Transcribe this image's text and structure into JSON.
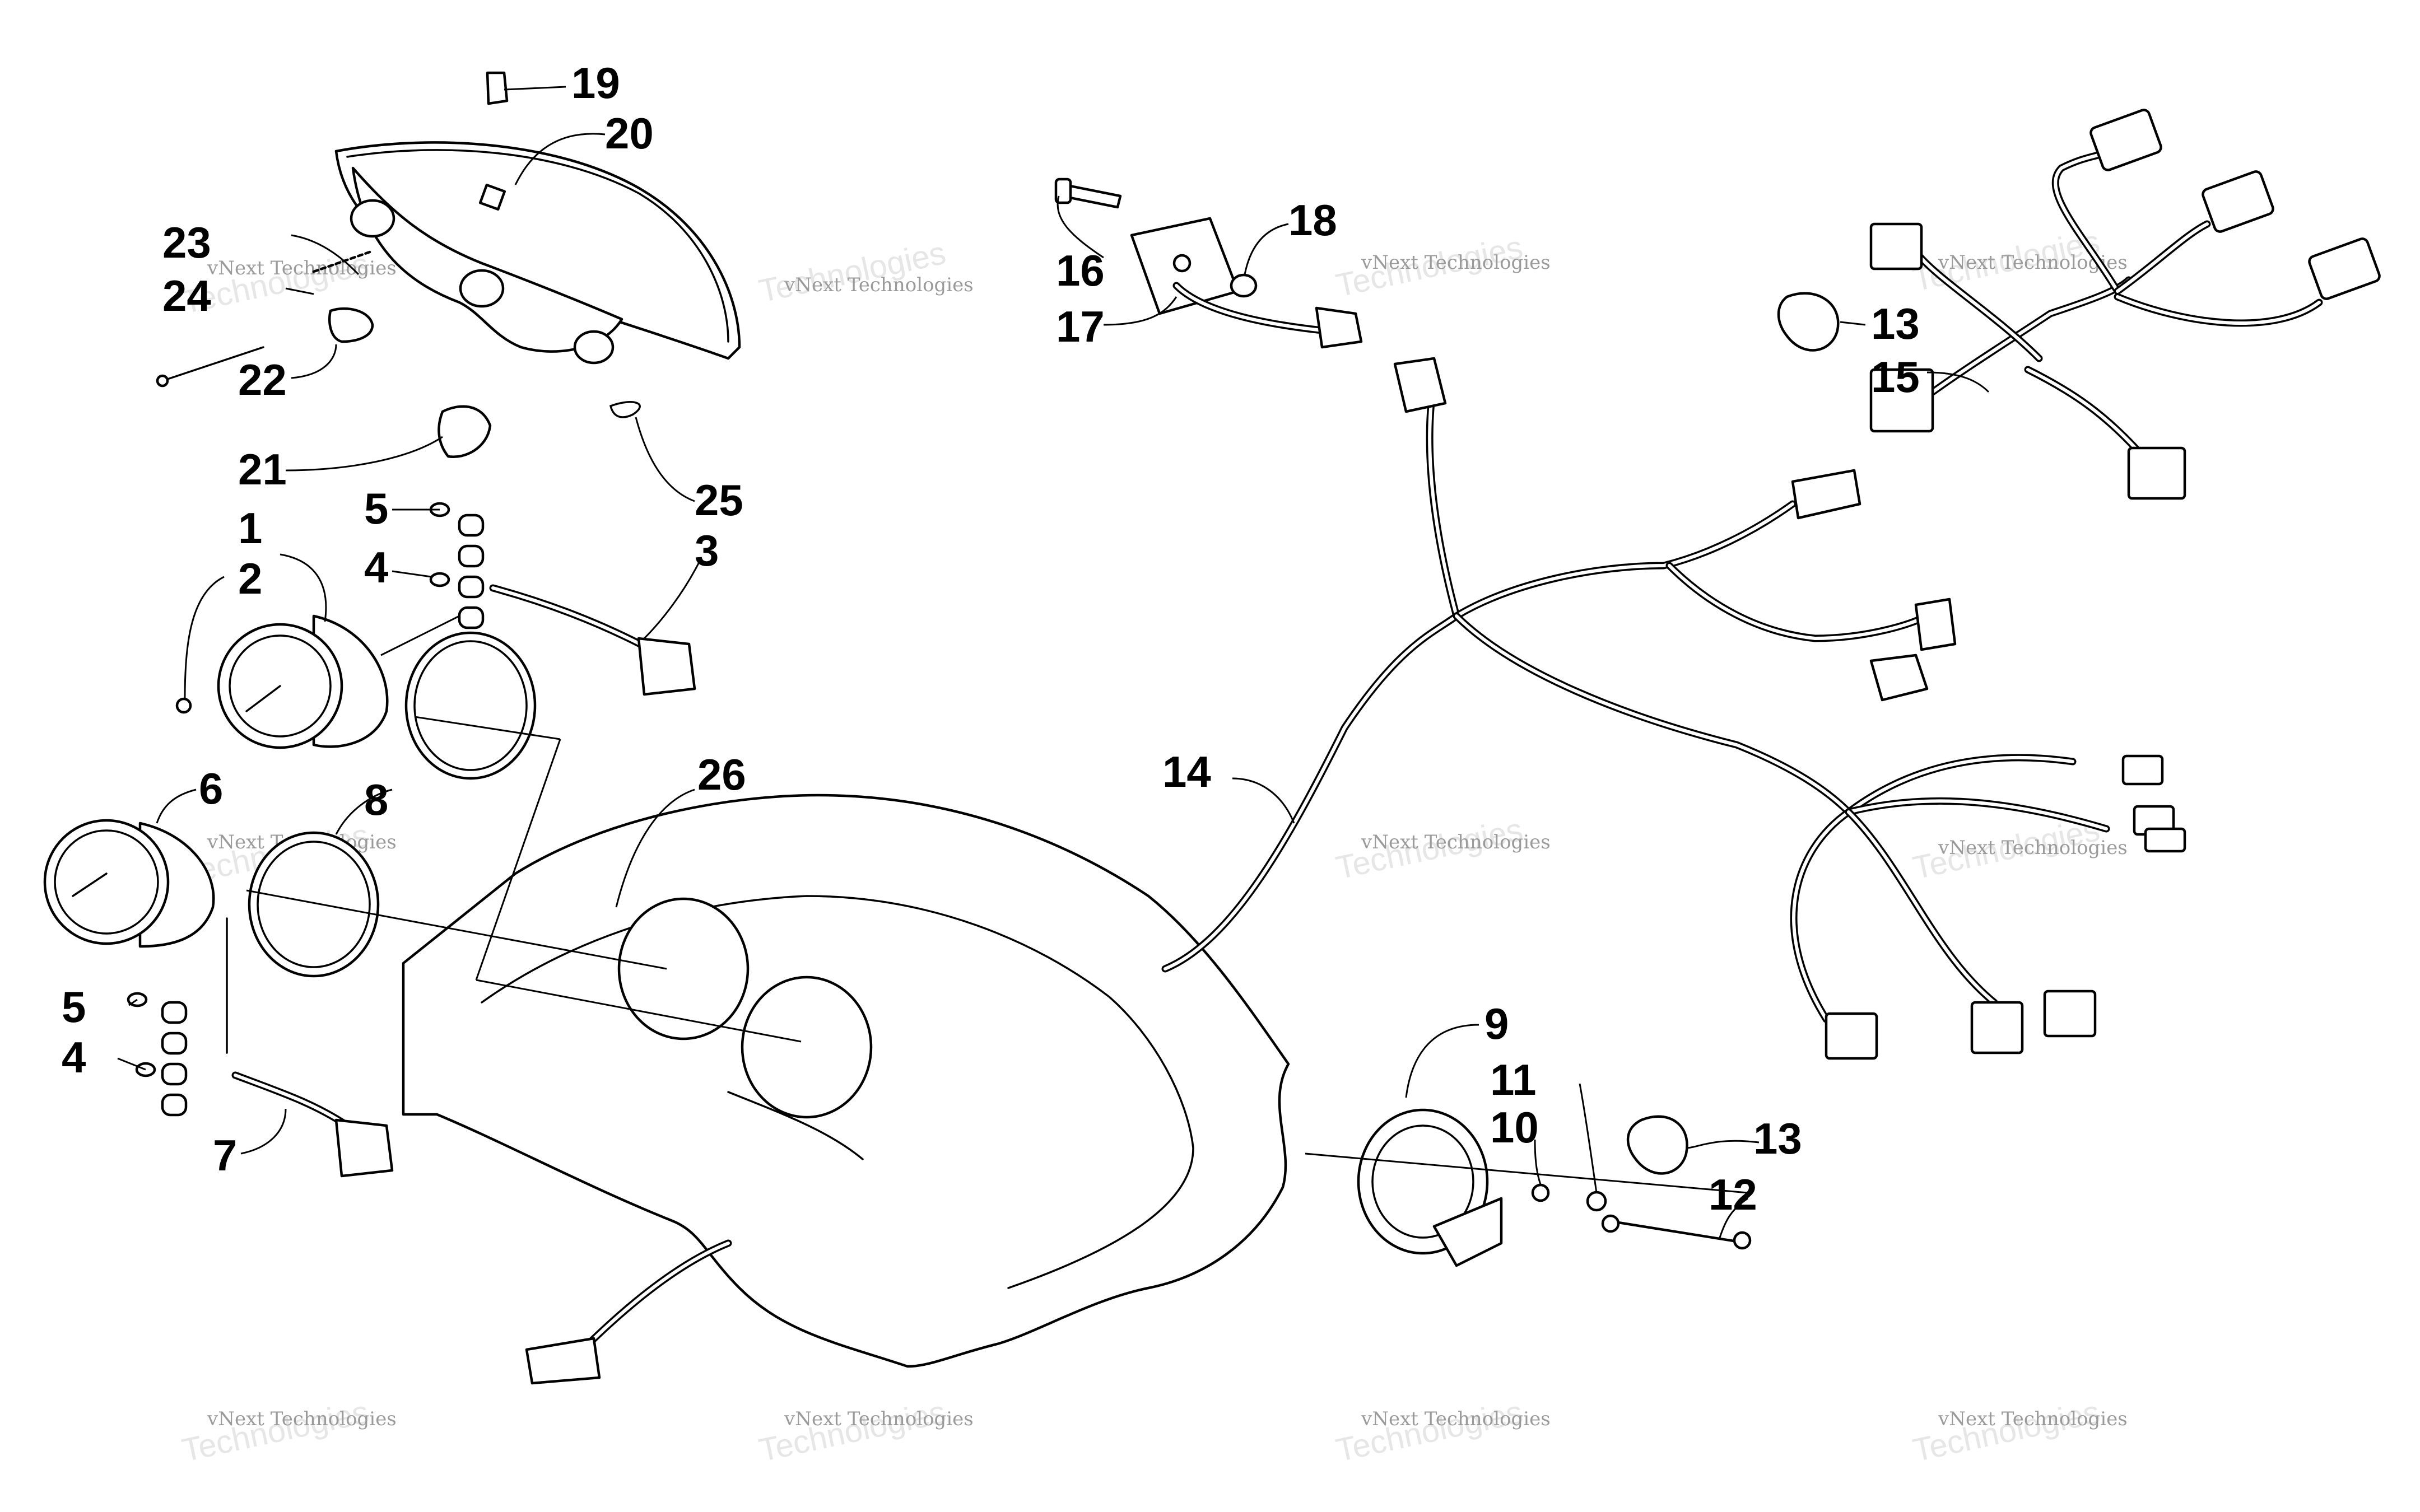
{
  "diagram": {
    "callouts": {
      "c1": "1",
      "c2": "2",
      "c3": "3",
      "c4a": "4",
      "c4b": "4",
      "c5a": "5",
      "c5b": "5",
      "c6": "6",
      "c7": "7",
      "c8": "8",
      "c9": "9",
      "c10": "10",
      "c11": "11",
      "c12": "12",
      "c13a": "13",
      "c13b": "13",
      "c14": "14",
      "c15": "15",
      "c16": "16",
      "c17": "17",
      "c18": "18",
      "c19": "19",
      "c20": "20",
      "c21": "21",
      "c22": "22",
      "c23": "23",
      "c24": "24",
      "c25": "25",
      "c26": "26"
    },
    "watermark": {
      "company": "vNext Technologies",
      "brand": "vNext",
      "sub": "Technologies"
    }
  }
}
